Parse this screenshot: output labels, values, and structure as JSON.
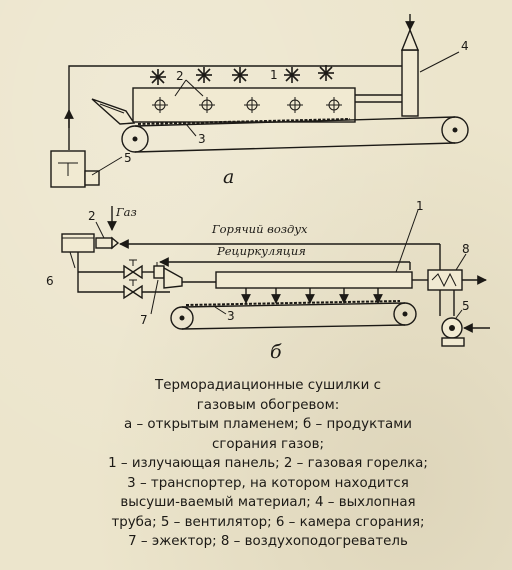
{
  "figure": {
    "diagram_a": {
      "letter": "а",
      "labels": {
        "n1": "1",
        "n2": "2",
        "n3": "3",
        "n4": "4",
        "n5": "5"
      }
    },
    "diagram_b": {
      "letter": "б",
      "gas": "Газ",
      "hot_air": "Горячий воздух",
      "recirculation": "Рециркуляция",
      "labels": {
        "n1": "1",
        "n2": "2",
        "n3": "3",
        "n5": "5",
        "n6": "6",
        "n7": "7",
        "n8": "8"
      }
    },
    "caption": {
      "lines": [
        "Терморадиационные сушилки с",
        "газовым обогревом:",
        "а – открытым пламенем; б – продуктами",
        "сгорания газов;",
        "1 – излучающая панель; 2 – газовая горелка;",
        "3 – транспортер, на котором находится",
        "высуши-ваемый материал; 4 – выхлопная",
        "труба; 5 – вентилятор; 6 – камера сгорания;",
        "7 – эжектор; 8 – воздухоподогреватель"
      ]
    }
  }
}
